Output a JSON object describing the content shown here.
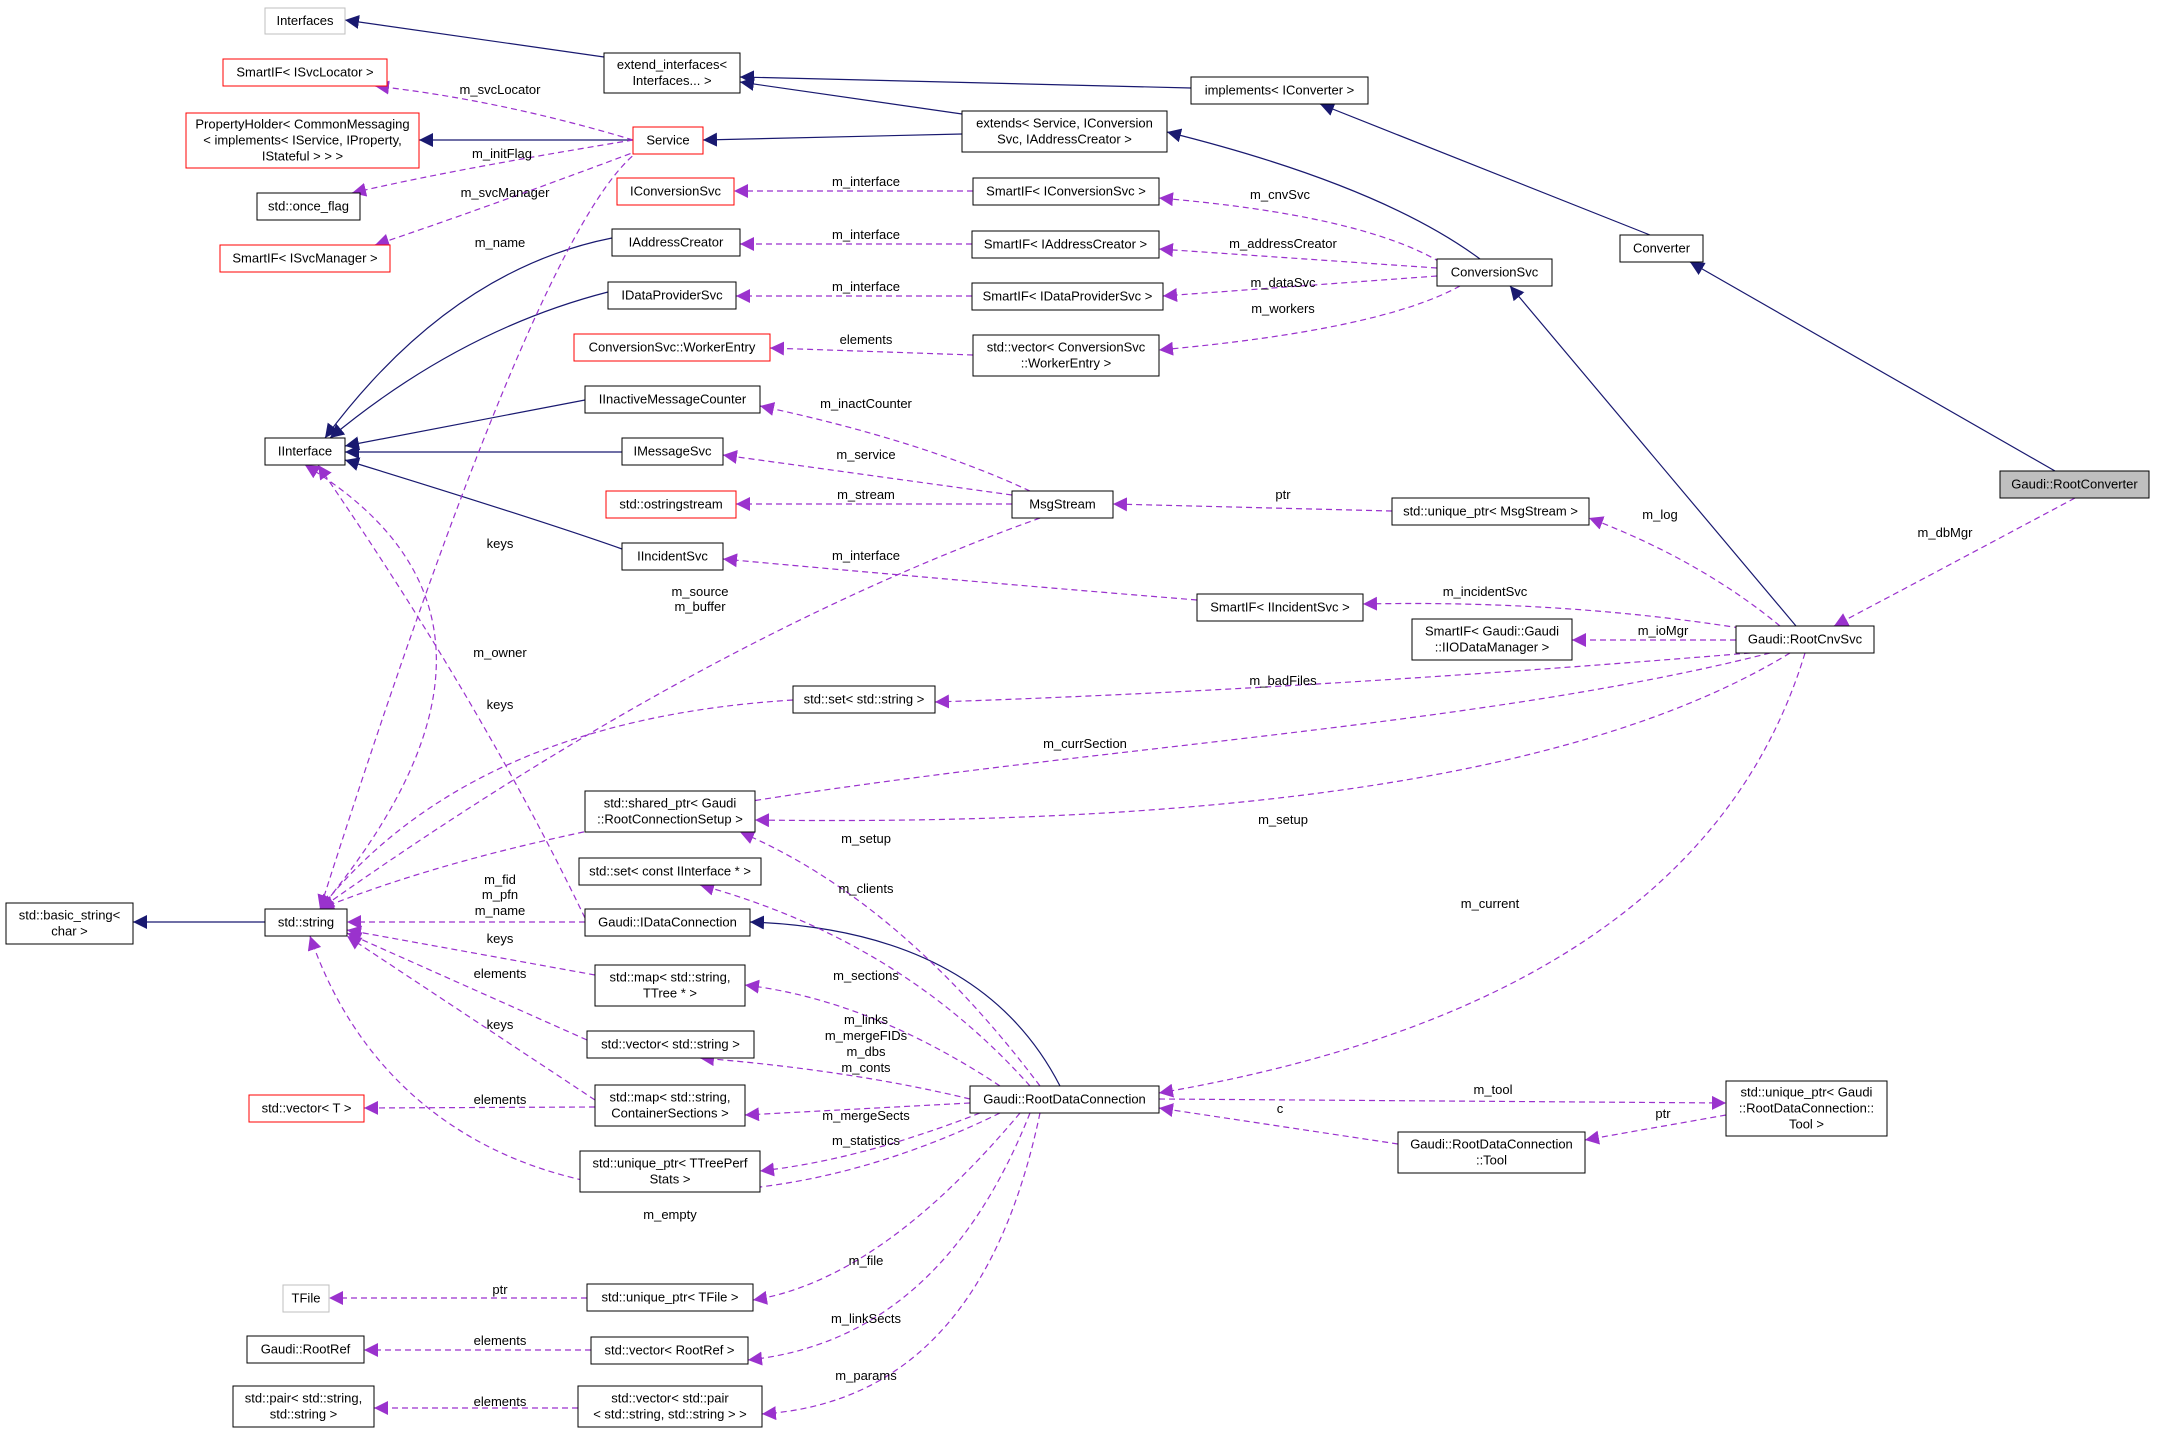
{
  "colors": {
    "inheritance": "#191970",
    "usage": "#9a32cd",
    "node_border": "#000000",
    "undocumented_border": "#ff0000",
    "external_border": "#bfbfbf",
    "focus_fill": "#bfbfbf",
    "node_fill": "#ffffff"
  },
  "nodes": [
    {
      "id": "interfaces",
      "lines": [
        "Interfaces"
      ],
      "kind": "external"
    },
    {
      "id": "extend_interfaces",
      "lines": [
        "extend_interfaces<",
        "Interfaces... >"
      ],
      "kind": "normal"
    },
    {
      "id": "implements",
      "lines": [
        "implements< IConverter >"
      ],
      "kind": "normal"
    },
    {
      "id": "smartif_svclocator",
      "lines": [
        "SmartIF< ISvcLocator >"
      ],
      "kind": "undocumented"
    },
    {
      "id": "propertyholder",
      "lines": [
        "PropertyHolder< CommonMessaging",
        "< implements< IService, IProperty,",
        "IStateful > > >"
      ],
      "kind": "undocumented"
    },
    {
      "id": "service",
      "lines": [
        "Service"
      ],
      "kind": "undocumented"
    },
    {
      "id": "extends",
      "lines": [
        "extends< Service, IConversion",
        "Svc, IAddressCreator >"
      ],
      "kind": "normal"
    },
    {
      "id": "once_flag",
      "lines": [
        "std::once_flag"
      ],
      "kind": "normal"
    },
    {
      "id": "iconversionsvc",
      "lines": [
        "IConversionSvc"
      ],
      "kind": "undocumented"
    },
    {
      "id": "smartif_iconversionsvc",
      "lines": [
        "SmartIF< IConversionSvc >"
      ],
      "kind": "normal"
    },
    {
      "id": "smartif_svcmanager",
      "lines": [
        "SmartIF< ISvcManager >"
      ],
      "kind": "undocumented"
    },
    {
      "id": "iaddresscreator",
      "lines": [
        "IAddressCreator"
      ],
      "kind": "normal"
    },
    {
      "id": "smartif_iaddresscreator",
      "lines": [
        "SmartIF< IAddressCreator >"
      ],
      "kind": "normal"
    },
    {
      "id": "converter",
      "lines": [
        "Converter"
      ],
      "kind": "normal"
    },
    {
      "id": "conversionsvc",
      "lines": [
        "ConversionSvc"
      ],
      "kind": "normal"
    },
    {
      "id": "idataprovidersvc",
      "lines": [
        "IDataProviderSvc"
      ],
      "kind": "normal"
    },
    {
      "id": "smartif_idataprovidersvc",
      "lines": [
        "SmartIF< IDataProviderSvc >"
      ],
      "kind": "normal"
    },
    {
      "id": "workerentry",
      "lines": [
        "ConversionSvc::WorkerEntry"
      ],
      "kind": "undocumented"
    },
    {
      "id": "vector_workerentry",
      "lines": [
        "std::vector< ConversionSvc",
        "::WorkerEntry >"
      ],
      "kind": "normal"
    },
    {
      "id": "iinactivemessagecounter",
      "lines": [
        "IInactiveMessageCounter"
      ],
      "kind": "normal"
    },
    {
      "id": "iinterface",
      "lines": [
        "IInterface"
      ],
      "kind": "normal"
    },
    {
      "id": "imessagesvc",
      "lines": [
        "IMessageSvc"
      ],
      "kind": "normal"
    },
    {
      "id": "rootconverter",
      "lines": [
        "Gaudi::RootConverter"
      ],
      "kind": "focus"
    },
    {
      "id": "ostringstream",
      "lines": [
        "std::ostringstream"
      ],
      "kind": "undocumented"
    },
    {
      "id": "msgstream",
      "lines": [
        "MsgStream"
      ],
      "kind": "normal"
    },
    {
      "id": "unique_ptr_msgstream",
      "lines": [
        "std::unique_ptr< MsgStream >"
      ],
      "kind": "normal"
    },
    {
      "id": "iincidentsvc",
      "lines": [
        "IIncidentSvc"
      ],
      "kind": "normal"
    },
    {
      "id": "smartif_iincidentsvc",
      "lines": [
        "SmartIF< IIncidentSvc >"
      ],
      "kind": "normal"
    },
    {
      "id": "smartif_iodatamanager",
      "lines": [
        "SmartIF< Gaudi::Gaudi",
        "::IIODataManager >"
      ],
      "kind": "normal"
    },
    {
      "id": "rootcnvsvc",
      "lines": [
        "Gaudi::RootCnvSvc"
      ],
      "kind": "normal"
    },
    {
      "id": "set_string",
      "lines": [
        "std::set< std::string >"
      ],
      "kind": "normal"
    },
    {
      "id": "shared_ptr_setup",
      "lines": [
        "std::shared_ptr< Gaudi",
        "::RootConnectionSetup >"
      ],
      "kind": "normal"
    },
    {
      "id": "set_iinterface",
      "lines": [
        "std::set< const IInterface * >"
      ],
      "kind": "normal"
    },
    {
      "id": "basic_string",
      "lines": [
        "std::basic_string<",
        "char >"
      ],
      "kind": "normal"
    },
    {
      "id": "std_string",
      "lines": [
        "std::string"
      ],
      "kind": "normal"
    },
    {
      "id": "idataconnection",
      "lines": [
        "Gaudi::IDataConnection"
      ],
      "kind": "normal"
    },
    {
      "id": "map_ttree",
      "lines": [
        "std::map< std::string,",
        "TTree * >"
      ],
      "kind": "normal"
    },
    {
      "id": "vector_string",
      "lines": [
        "std::vector< std::string >"
      ],
      "kind": "normal"
    },
    {
      "id": "vector_t",
      "lines": [
        "std::vector< T >"
      ],
      "kind": "undocumented"
    },
    {
      "id": "map_containersections",
      "lines": [
        "std::map< std::string,",
        "ContainerSections >"
      ],
      "kind": "normal"
    },
    {
      "id": "rootdataconnection",
      "lines": [
        "Gaudi::RootDataConnection"
      ],
      "kind": "normal"
    },
    {
      "id": "unique_ptr_tool",
      "lines": [
        "std::unique_ptr< Gaudi",
        "::RootDataConnection::",
        "Tool >"
      ],
      "kind": "normal"
    },
    {
      "id": "tool",
      "lines": [
        "Gaudi::RootDataConnection",
        "::Tool"
      ],
      "kind": "normal"
    },
    {
      "id": "unique_ptr_ttreeperf",
      "lines": [
        "std::unique_ptr< TTreePerf",
        "Stats >"
      ],
      "kind": "normal"
    },
    {
      "id": "tfile",
      "lines": [
        "TFile"
      ],
      "kind": "external"
    },
    {
      "id": "unique_ptr_tfile",
      "lines": [
        "std::unique_ptr< TFile >"
      ],
      "kind": "normal"
    },
    {
      "id": "rootref",
      "lines": [
        "Gaudi::RootRef"
      ],
      "kind": "normal"
    },
    {
      "id": "vector_rootref",
      "lines": [
        "std::vector< RootRef >"
      ],
      "kind": "normal"
    },
    {
      "id": "pair_string",
      "lines": [
        "std::pair< std::string,",
        "std::string >"
      ],
      "kind": "normal"
    },
    {
      "id": "vector_pair",
      "lines": [
        "std::vector< std::pair",
        "< std::string, std::string > >"
      ],
      "kind": "normal"
    }
  ],
  "edge_labels": [
    "m_svcLocator",
    "m_initFlag",
    "m_svcManager",
    "m_name",
    "m_interface",
    "m_cnvSvc",
    "m_interface",
    "m_addressCreator",
    "m_interface",
    "m_dataSvc",
    "elements",
    "m_workers",
    "m_inactCounter",
    "m_service",
    "m_stream",
    "ptr",
    "m_log",
    "m_dbMgr",
    "keys",
    "m_interface",
    "m_source",
    "m_buffer",
    "m_incidentSvc",
    "m_ioMgr",
    "m_owner",
    "m_badFiles",
    "keys",
    "m_currSection",
    "m_setup",
    "m_setup",
    "m_clients",
    "m_fid",
    "m_pfn",
    "m_name",
    "keys",
    "m_current",
    "elements",
    "m_sections",
    "keys",
    "m_links",
    "m_mergeFIDs",
    "m_dbs",
    "m_conts",
    "elements",
    "m_mergeSects",
    "m_tool",
    "c",
    "ptr",
    "m_statistics",
    "m_empty",
    "m_file",
    "ptr",
    "elements",
    "m_linkSects",
    "elements",
    "m_params"
  ]
}
